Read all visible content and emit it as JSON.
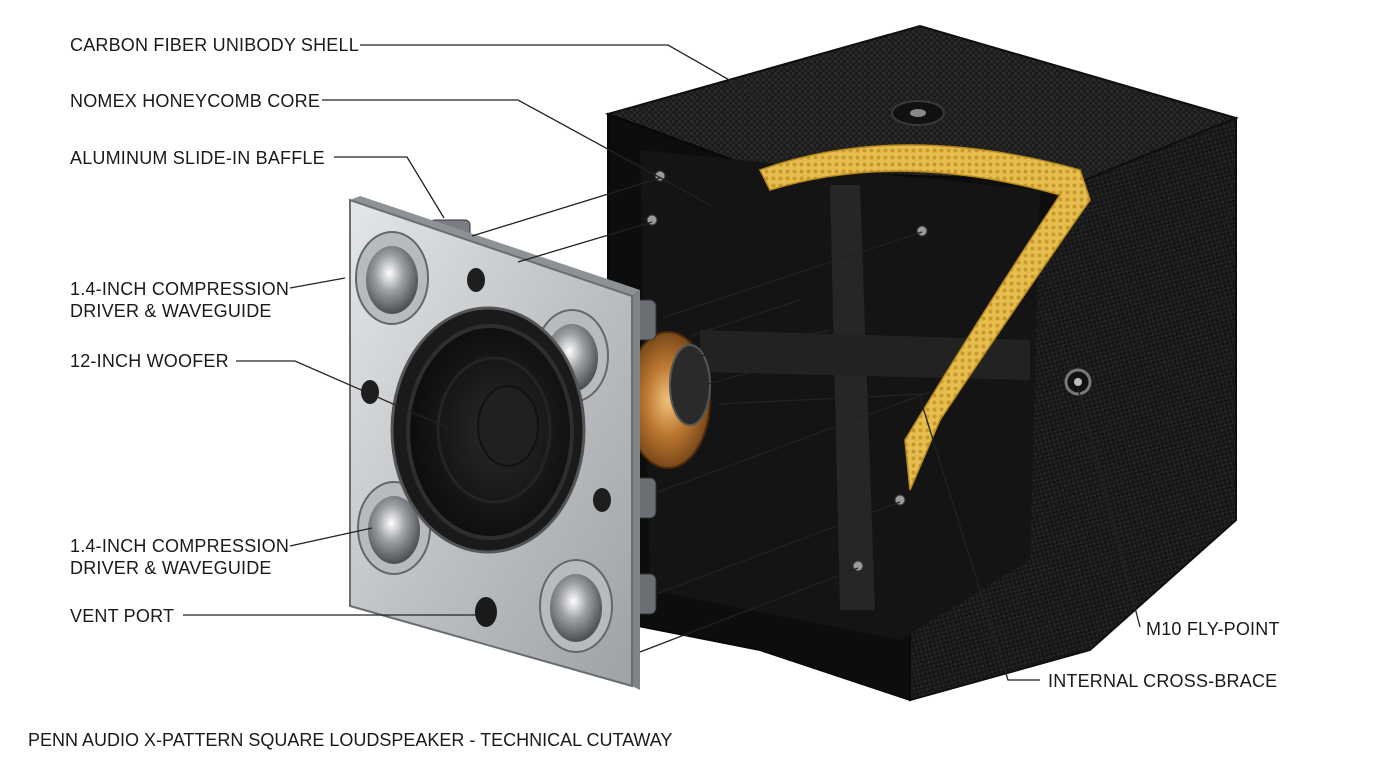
{
  "caption": "PENN AUDIO X-PATTERN SQUARE LOUDSPEAKER - TECHNICAL CUTAWAY",
  "labels": {
    "shell": "CARBON FIBER UNIBODY SHELL",
    "honeycomb": "NOMEX HONEYCOMB CORE",
    "baffle": "ALUMINUM SLIDE-IN BAFFLE",
    "driver_top_1": "1.4-INCH COMPRESSION",
    "driver_top_2": "DRIVER & WAVEGUIDE",
    "woofer": "12-INCH WOOFER",
    "driver_bottom_1": "1.4-INCH COMPRESSION",
    "driver_bottom_2": "DRIVER & WAVEGUIDE",
    "vent": "VENT PORT",
    "flypoint": "M10 FLY-POINT",
    "crossbrace": "INTERNAL CROSS-BRACE"
  },
  "colors": {
    "carbon": "#1c1c1c",
    "carbon_light": "#2e2e2e",
    "honeycomb": "#e2b94a",
    "aluminum": "#c9cbce",
    "leader": "#222222"
  }
}
